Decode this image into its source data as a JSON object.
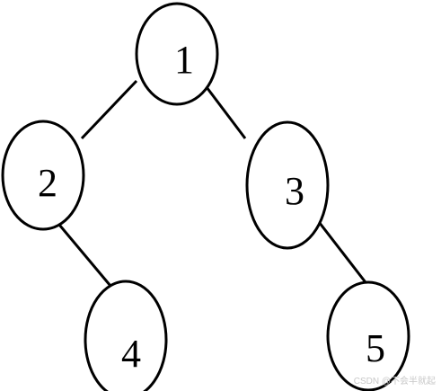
{
  "diagram": {
    "type": "binary-tree",
    "nodes": [
      {
        "id": "n1",
        "label": "1"
      },
      {
        "id": "n2",
        "label": "2"
      },
      {
        "id": "n3",
        "label": "3"
      },
      {
        "id": "n4",
        "label": "4"
      },
      {
        "id": "n5",
        "label": "5"
      }
    ],
    "edges": [
      {
        "from": "1",
        "to": "2"
      },
      {
        "from": "1",
        "to": "3"
      },
      {
        "from": "2",
        "to": "4"
      },
      {
        "from": "3",
        "to": "5"
      }
    ],
    "colors": {
      "stroke": "#000000",
      "fill": "#ffffff",
      "text": "#000000"
    }
  },
  "watermark": {
    "text": "CSDN @不会半就起"
  }
}
